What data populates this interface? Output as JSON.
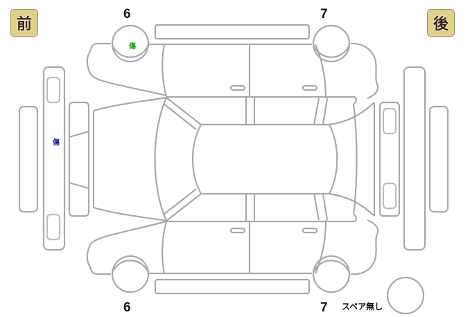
{
  "labels": {
    "front": "前",
    "rear": "後",
    "spare": "スペア無し"
  },
  "tire_numbers": {
    "front_left_top": "6",
    "rear_left_top": "7",
    "front_right_bottom": "6",
    "rear_right_bottom": "7"
  },
  "damage_marks": [
    {
      "label": "傷",
      "location": "front-wheel-top",
      "color": "#12a012"
    },
    {
      "label": "傷",
      "location": "front-bumper",
      "color": "#1a1a8c"
    }
  ],
  "colors": {
    "badge_bg": "#e2cf8a",
    "outline": "#a8a8a8"
  }
}
